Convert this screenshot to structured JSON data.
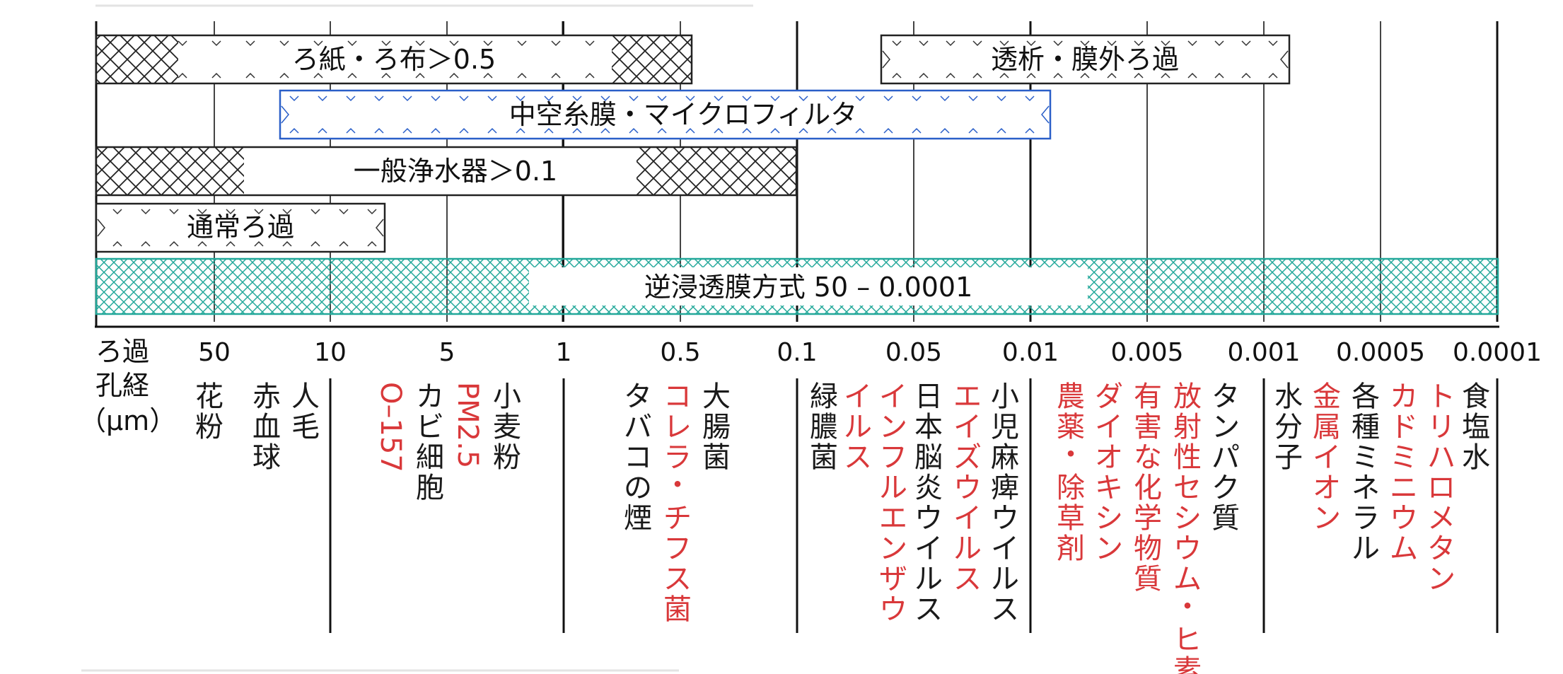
{
  "filters": [
    {
      "key": "paper",
      "label": "ろ紙・ろ布＞0.5",
      "variant": "black-ends"
    },
    {
      "key": "dialysis",
      "label": "透析・膜外ろ過",
      "variant": "black-edge"
    },
    {
      "key": "hollow",
      "label": "中空糸膜・マイクロフィルタ",
      "variant": "blue-edge"
    },
    {
      "key": "general",
      "label": "一般浄水器＞0.1",
      "variant": "black-ends"
    },
    {
      "key": "normal",
      "label": "通常ろ過",
      "variant": "black-edge"
    },
    {
      "key": "ro",
      "label": "逆浸透膜方式 50 – 0.0001",
      "variant": "teal-full"
    }
  ],
  "scale": {
    "title_lines": [
      "ろ過",
      "孔経",
      "（μm）"
    ],
    "ticks": [
      "50",
      "10",
      "5",
      "1",
      "0.5",
      "0.1",
      "0.05",
      "0.01",
      "0.005",
      "0.001",
      "0.0005",
      "0.0001"
    ]
  },
  "items": [
    {
      "key": "kafun",
      "text": "花粉",
      "color": "black"
    },
    {
      "key": "sekkekkyu",
      "text": "赤血球",
      "color": "black"
    },
    {
      "key": "jinmo",
      "text": "人毛",
      "color": "black"
    },
    {
      "key": "o157",
      "text": "O–157",
      "color": "red"
    },
    {
      "key": "kabi",
      "text": "カビ細胞",
      "color": "black"
    },
    {
      "key": "pm25",
      "text": "PM2.5",
      "color": "red"
    },
    {
      "key": "komugi",
      "text": "小麦粉",
      "color": "black"
    },
    {
      "key": "tabako",
      "text": "タバコの煙",
      "color": "black"
    },
    {
      "key": "korera",
      "text": "コレラ・チフス菌",
      "color": "red"
    },
    {
      "key": "daichokin",
      "text": "大腸菌",
      "color": "black"
    },
    {
      "key": "ryokunokin",
      "text": "緑膿菌",
      "color": "black"
    },
    {
      "key": "influ2",
      "text": "イルス",
      "color": "red"
    },
    {
      "key": "influ1",
      "text": "インフルエンザウ",
      "color": "red"
    },
    {
      "key": "nihonnoen",
      "text": "日本脳炎ウイルス",
      "color": "black"
    },
    {
      "key": "aids",
      "text": "エイズウイルス",
      "color": "red"
    },
    {
      "key": "shoni",
      "text": "小児麻痺ウイルス",
      "color": "black"
    },
    {
      "key": "noyaku",
      "text": "農薬・除草剤",
      "color": "red"
    },
    {
      "key": "dioxin",
      "text": "ダイオキシン",
      "color": "red"
    },
    {
      "key": "yugai",
      "text": "有害な化学物質",
      "color": "red"
    },
    {
      "key": "hoshasei",
      "text": "放射性セシウム・ヒ素",
      "color": "red"
    },
    {
      "key": "tanpaku",
      "text": "タンパク質",
      "color": "black"
    },
    {
      "key": "mizu",
      "text": "水分子",
      "color": "black"
    },
    {
      "key": "kinzoku",
      "text": "金属イオン",
      "color": "red"
    },
    {
      "key": "mineral",
      "text": "各種ミネラル",
      "color": "black"
    },
    {
      "key": "cadmium",
      "text": "カドミニウム",
      "color": "red"
    },
    {
      "key": "trihalo",
      "text": "トリハロメタン",
      "color": "red"
    },
    {
      "key": "shokuen",
      "text": "食塩水",
      "color": "black"
    }
  ],
  "colors": {
    "red": "#d9383a",
    "black": "#1a1a1a",
    "teal": "#23a89a",
    "blue": "#2a5fc8"
  }
}
